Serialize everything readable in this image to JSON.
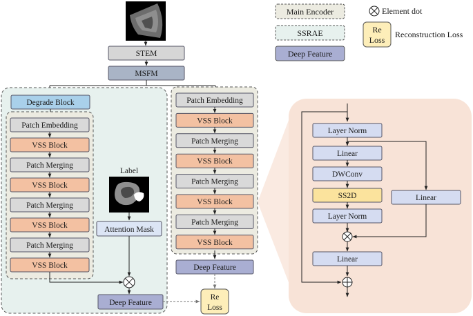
{
  "legend": {
    "main_encoder": "Main Encoder",
    "ssrae": "SSRAE",
    "deep_feature": "Deep Feature",
    "element_dot": "Element dot",
    "re_loss_line1": "Re",
    "re_loss_line2": "Loss",
    "reconstruction_loss": "Reconstruction Loss"
  },
  "top": {
    "stem": "STEM",
    "msfm": "MSFM"
  },
  "ssrae_branch": {
    "degrade_block": "Degrade Block",
    "blocks": [
      "Patch Embedding",
      "VSS Block",
      "Patch Merging",
      "VSS Block",
      "Patch Merging",
      "VSS Block",
      "Patch Merging",
      "VSS Block"
    ],
    "label_caption": "Label",
    "attention_mask": "Attention Mask",
    "deep_feature": "Deep Feature"
  },
  "main_branch": {
    "blocks": [
      "Patch Embedding",
      "VSS Block",
      "Patch Merging",
      "VSS Block",
      "Patch Merging",
      "VSS Block",
      "Patch Merging",
      "VSS Block"
    ],
    "deep_feature": "Deep Feature"
  },
  "loss": {
    "line1": "Re",
    "line2": "Loss"
  },
  "vss_detail": {
    "layer_norm_1": "Layer Norm",
    "linear_1": "Linear",
    "dwconv": "DWConv",
    "ss2d": "SS2D",
    "layer_norm_2": "Layer Norm",
    "linear_side": "Linear",
    "linear_out": "Linear"
  },
  "colors": {
    "main_encoder_fill": "#ecebe1",
    "ssrae_fill": "#e7f1ee",
    "deep_feature_fill": "#a9aed2",
    "patch_fill": "#d9d9d9",
    "vss_fill": "#f3c1a2",
    "degrade_fill": "#a9d0ea",
    "attention_fill": "#dce5f5",
    "loss_fill": "#fdeeb9",
    "detail_bg": "#f8e3d7",
    "detail_box_fill": "#d5dcf1",
    "ss2d_fill": "#fbe39d",
    "stem_fill": "#d6d6d6",
    "msfm_fill": "#a9b4c6"
  },
  "icons": {
    "element_dot": "circled-times-icon",
    "add": "circled-plus-icon"
  }
}
